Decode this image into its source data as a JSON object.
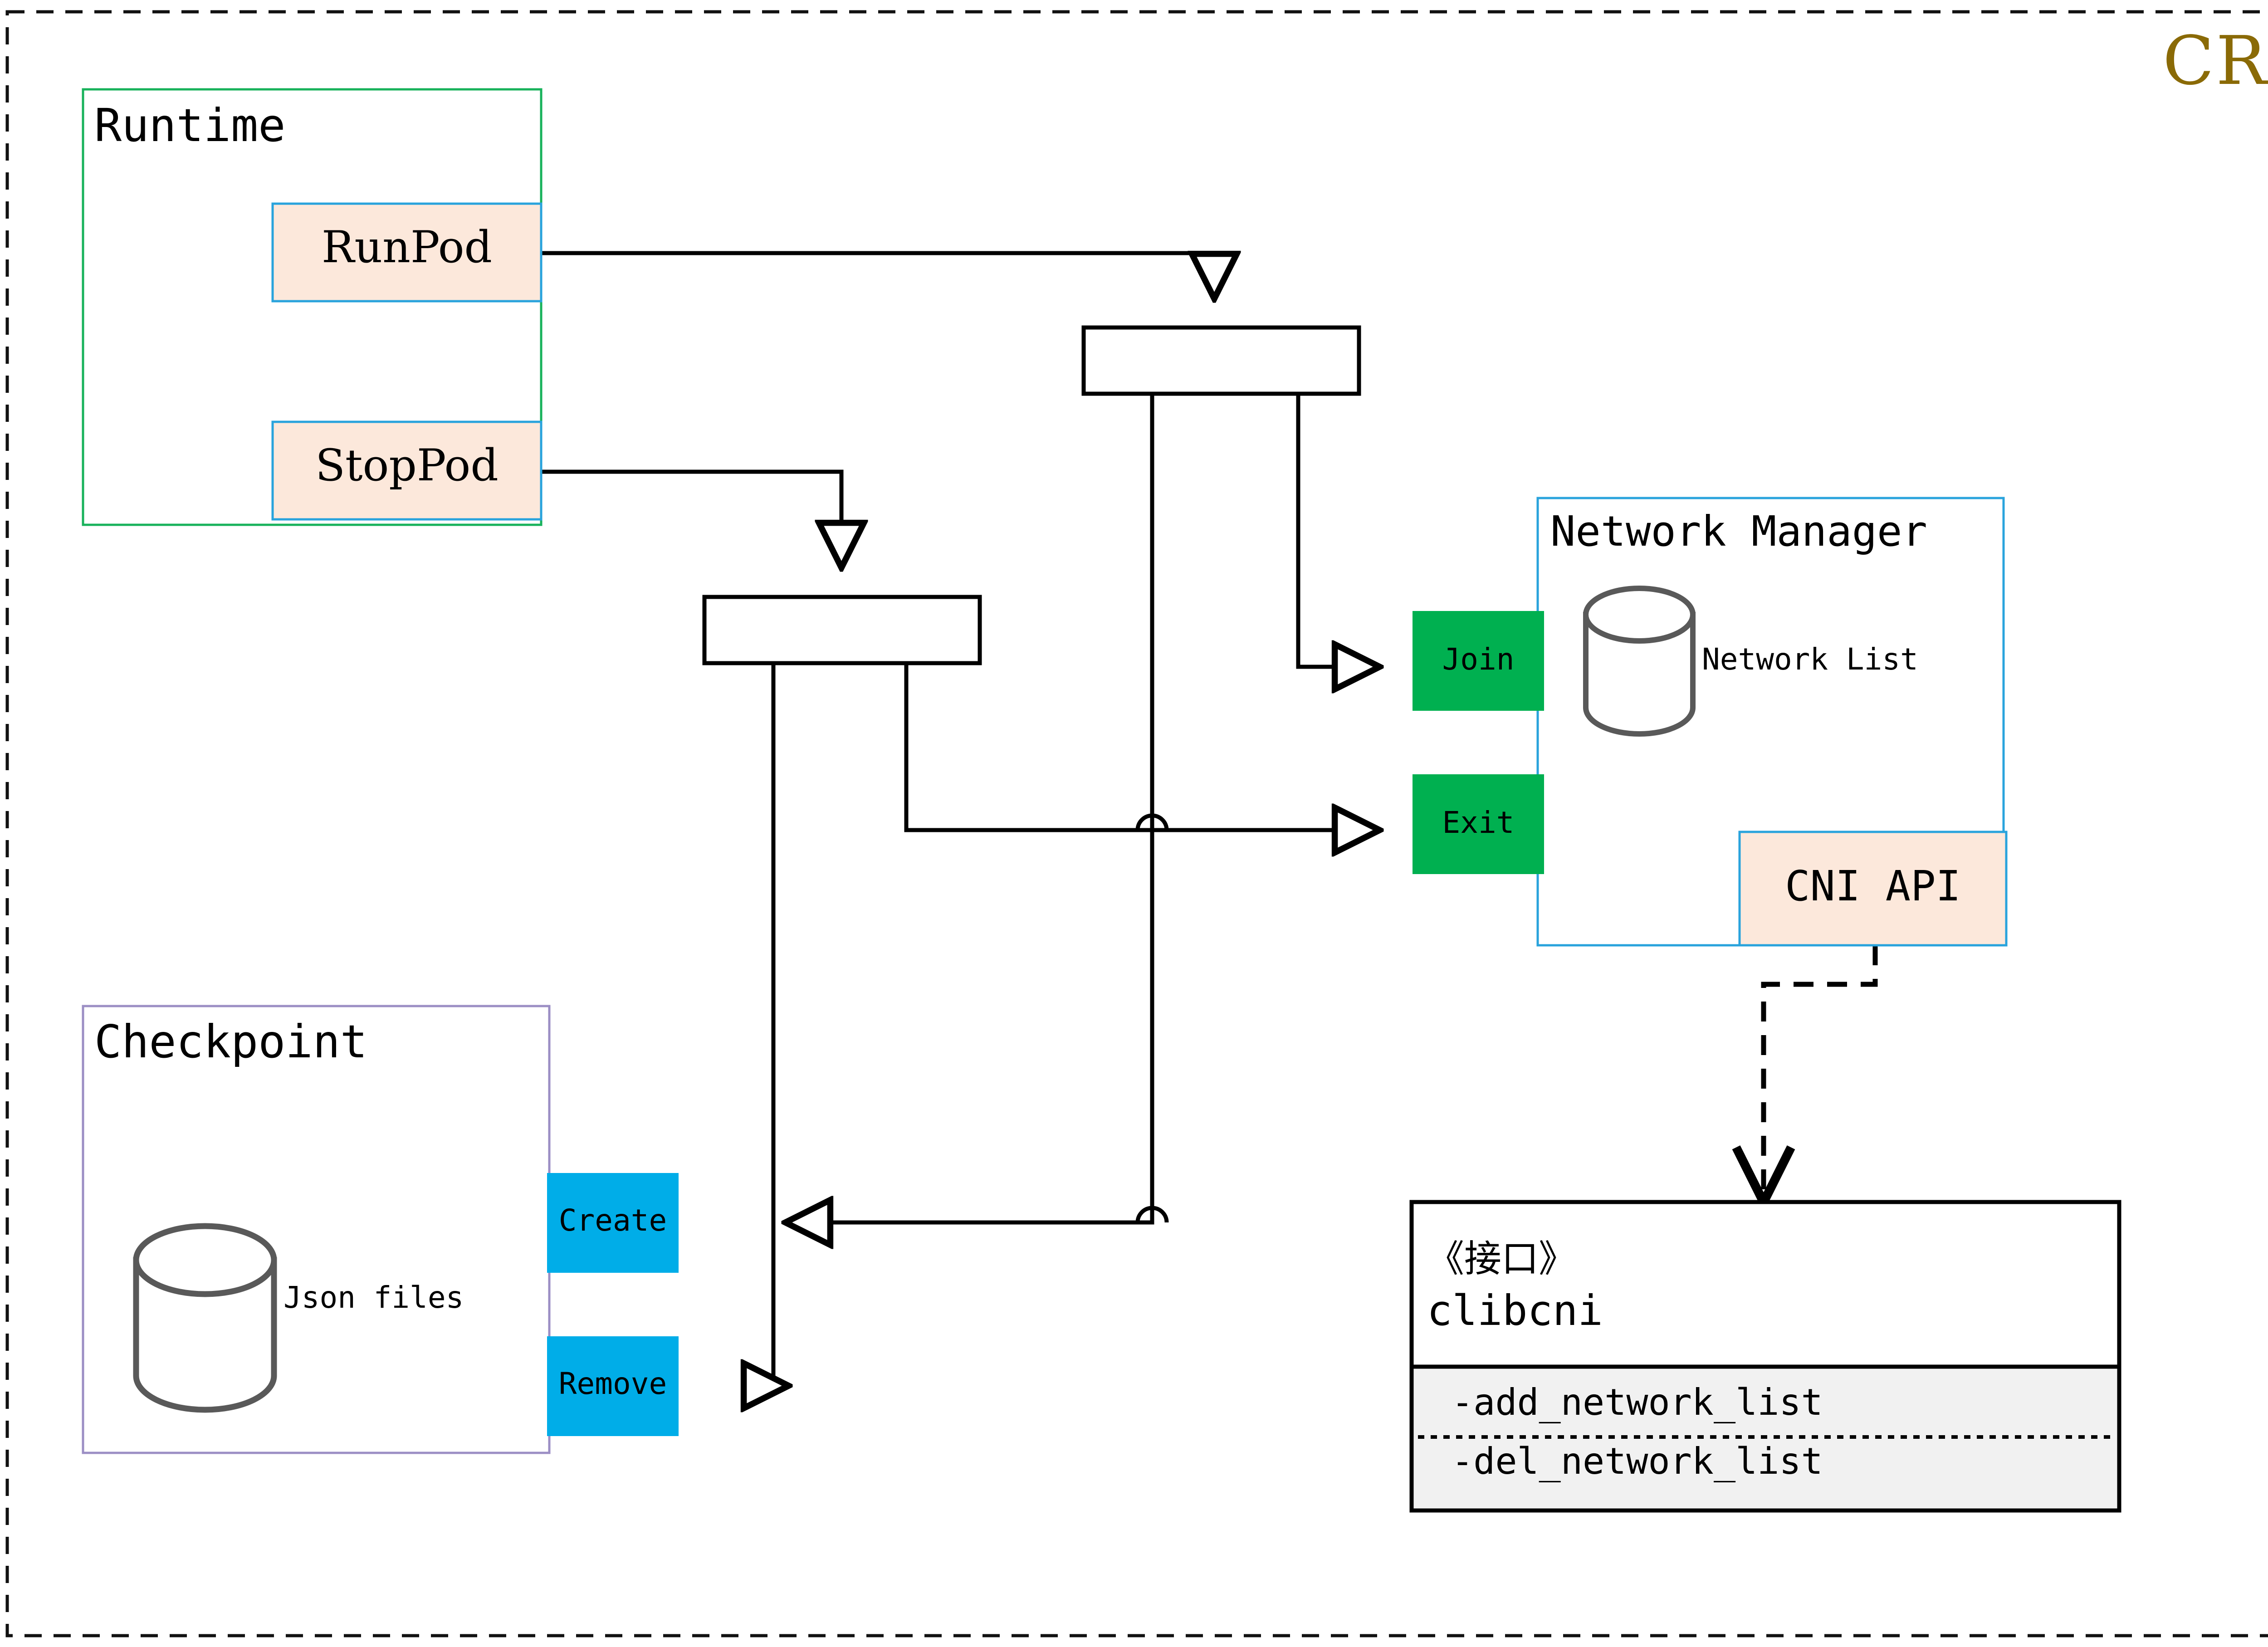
{
  "diagram": {
    "title": "CRI",
    "title_color": "#8a6a06",
    "outer_border": "dashed",
    "palette": {
      "peach_fill": "#fce8db",
      "blue_border": "#29a3dc",
      "green_border": "#18b25b",
      "purple_border": "#9b8ec4",
      "green_fill": "#00b050",
      "cyan_fill": "#00ade8",
      "cylinder_stroke": "#595959",
      "method_panel_fill": "#f1f1f1",
      "line_color": "#000000"
    },
    "groups": [
      {
        "id": "runtime",
        "label": "Runtime",
        "border": "#18b25b"
      },
      {
        "id": "checkpoint",
        "label": "Checkpoint",
        "border": "#9b8ec4"
      },
      {
        "id": "netmgr",
        "label": "Network Manager",
        "border": "#29a3dc"
      }
    ],
    "runtime": {
      "label": "Runtime",
      "operations": [
        {
          "id": "runpod",
          "label": "RunPod"
        },
        {
          "id": "stoppod",
          "label": "StopPod"
        }
      ]
    },
    "checkpoint": {
      "label": "Checkpoint",
      "store_label": "Json files",
      "operations": [
        {
          "id": "create",
          "label": "Create"
        },
        {
          "id": "remove",
          "label": "Remove"
        }
      ]
    },
    "network_manager": {
      "label": "Network Manager",
      "store_label": "Network List",
      "ports": [
        {
          "id": "join",
          "label": "Join"
        },
        {
          "id": "exit",
          "label": "Exit"
        }
      ],
      "api_box": {
        "id": "cni-api",
        "label": "CNI API"
      }
    },
    "interface": {
      "stereotype": "《接口》",
      "name": "clibcni",
      "methods": [
        "-add_network_list",
        "-del_network_list"
      ]
    },
    "fork_bars": [
      {
        "id": "fork-upper",
        "label": ""
      },
      {
        "id": "fork-lower",
        "label": ""
      }
    ]
  }
}
